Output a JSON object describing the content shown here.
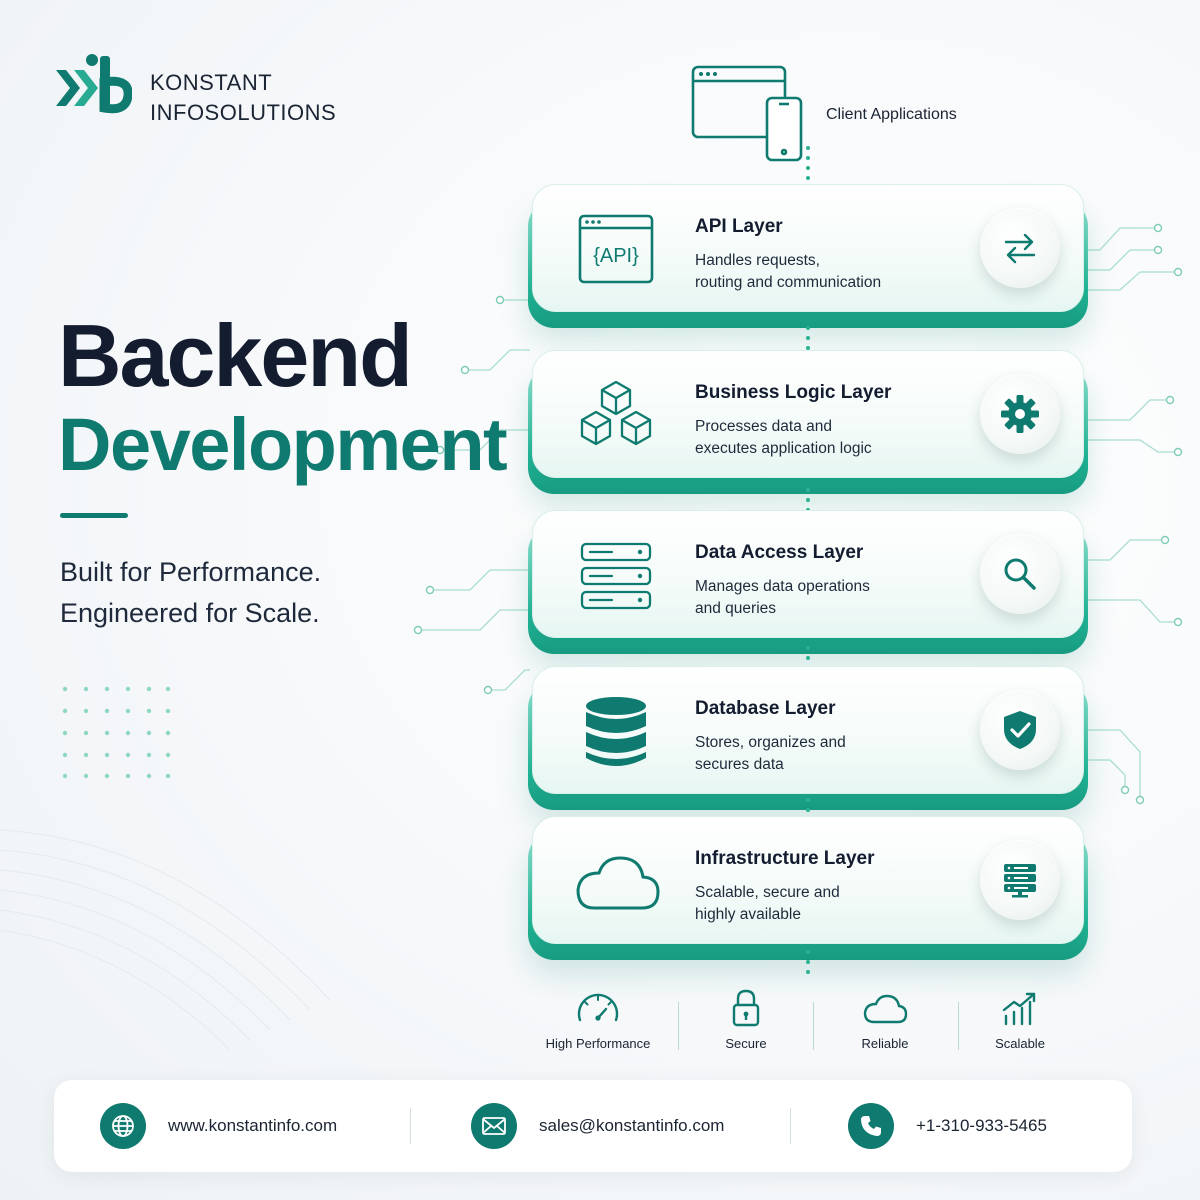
{
  "brand": {
    "line1": "KONSTANT",
    "line2": "INFOSOLUTIONS"
  },
  "hero": {
    "title_line1": "Backend",
    "title_line2": "Development",
    "tagline_line1": "Built for Performance.",
    "tagline_line2": "Engineered for Scale."
  },
  "client": {
    "label": "Client Applications"
  },
  "layers": [
    {
      "title": "API Layer",
      "desc_line1": "Handles requests,",
      "desc_line2": "routing and communication",
      "icon": "api-window-icon",
      "action_icon": "swap-arrows-icon"
    },
    {
      "title": "Business Logic Layer",
      "desc_line1": "Processes data and",
      "desc_line2": "executes application logic",
      "icon": "cubes-icon",
      "action_icon": "gear-icon"
    },
    {
      "title": "Data Access Layer",
      "desc_line1": "Manages data operations",
      "desc_line2": "and queries",
      "icon": "server-rows-icon",
      "action_icon": "search-icon"
    },
    {
      "title": "Database Layer",
      "desc_line1": "Stores, organizes and",
      "desc_line2": "secures data",
      "icon": "database-icon",
      "action_icon": "shield-check-icon"
    },
    {
      "title": "Infrastructure Layer",
      "desc_line1": "Scalable, secure and",
      "desc_line2": "highly available",
      "icon": "cloud-icon",
      "action_icon": "server-icon"
    }
  ],
  "api_icon_text": "{API}",
  "features": [
    {
      "label": "High Performance",
      "icon": "speedometer-icon"
    },
    {
      "label": "Secure",
      "icon": "lock-icon"
    },
    {
      "label": "Reliable",
      "icon": "cloud-icon"
    },
    {
      "label": "Scalable",
      "icon": "growth-chart-icon"
    }
  ],
  "footer": {
    "website": "www.konstantinfo.com",
    "email": "sales@konstantinfo.com",
    "phone": "+1-310-933-5465"
  },
  "colors": {
    "primary": "#0f7a6f",
    "accent": "#29b293",
    "dark": "#141c30"
  }
}
